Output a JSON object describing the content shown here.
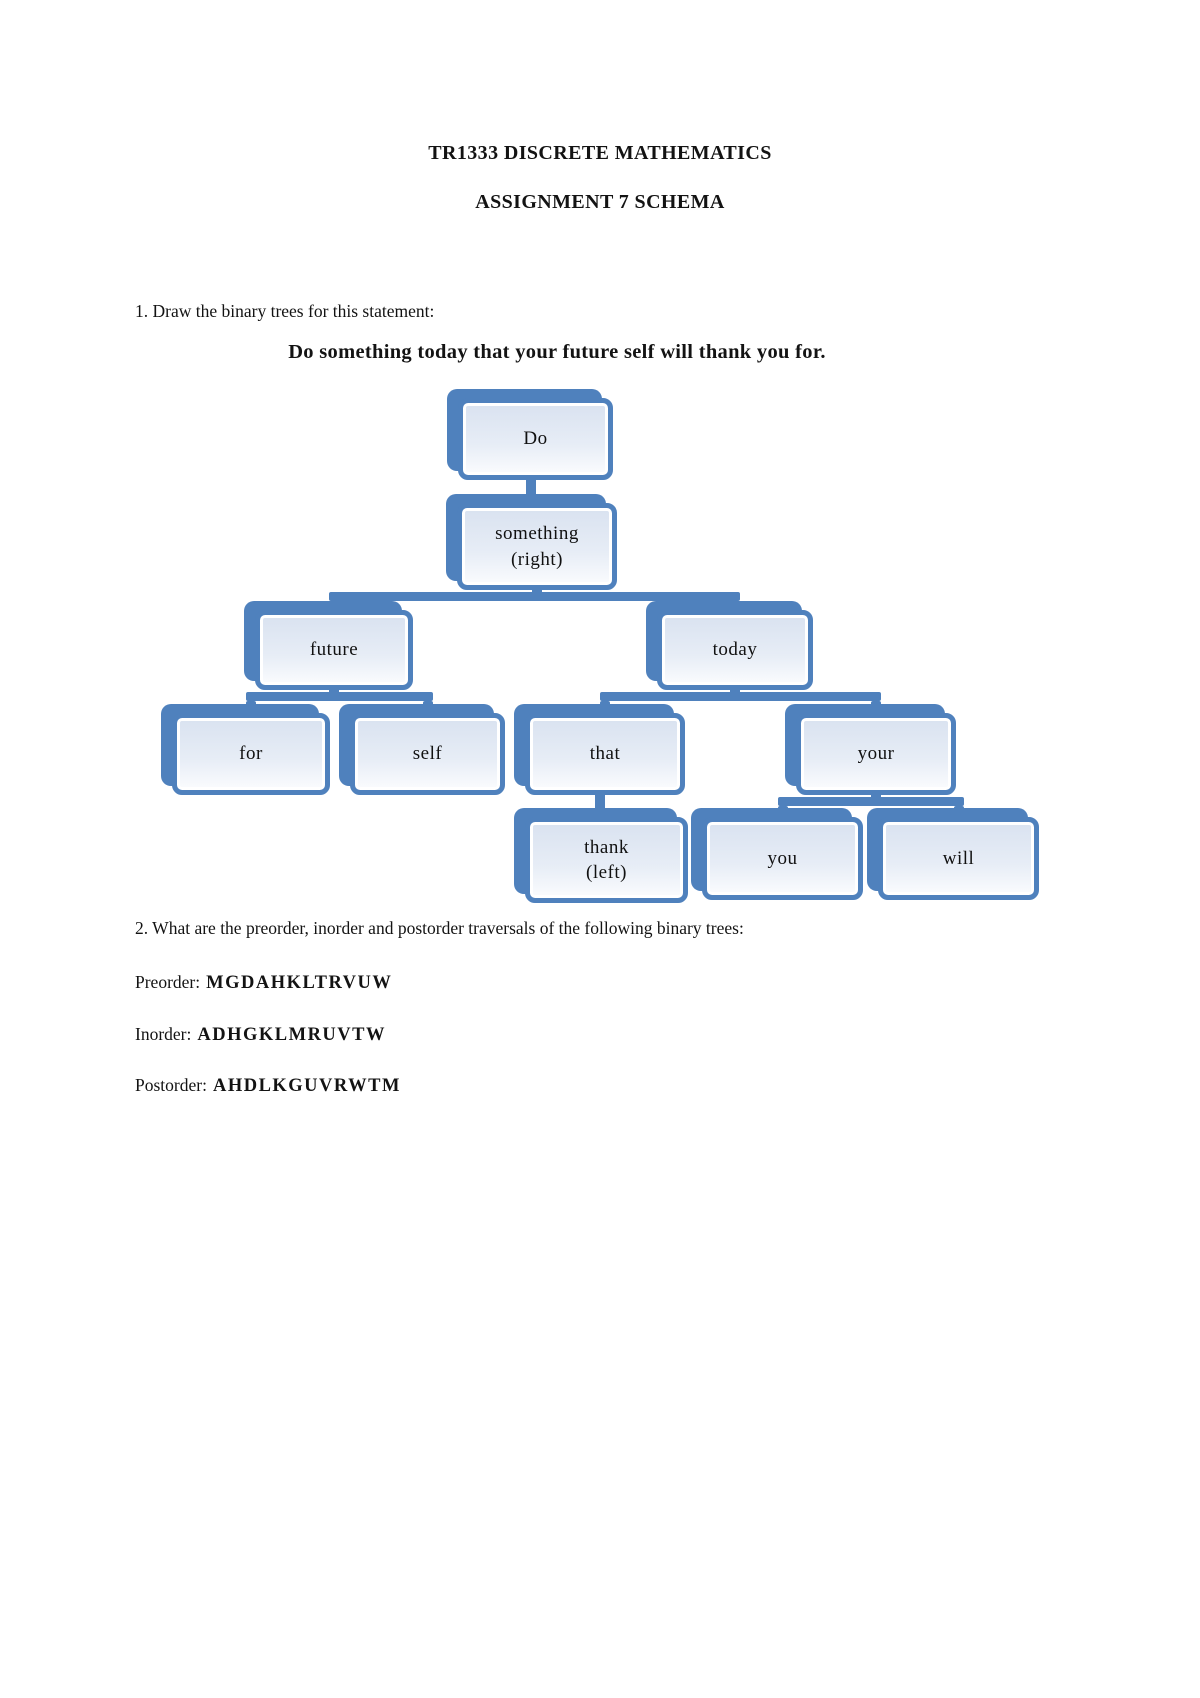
{
  "page": {
    "title": "TR1333 DISCRETE MATHEMATICS",
    "subtitle": "ASSIGNMENT 7 SCHEMA",
    "question1": "1. Draw the binary trees for this statement:",
    "statement": "Do something today that your future self will thank you for.",
    "question2": "2. What are the preorder, inorder and postorder traversals of the following binary trees:",
    "traversals": [
      {
        "label": "Preorder:",
        "value": "MGDAHKLTRVUW"
      },
      {
        "label": "Inorder:",
        "value": "ADHGKLMRUVTW"
      },
      {
        "label": "Postorder:",
        "value": "AHDLKGUVRWTM"
      }
    ]
  },
  "tree": {
    "nodes": [
      {
        "id": "do",
        "label": "Do"
      },
      {
        "id": "something",
        "label": "something",
        "sublabel": "(right)"
      },
      {
        "id": "future",
        "label": "future"
      },
      {
        "id": "today",
        "label": "today"
      },
      {
        "id": "for",
        "label": "for"
      },
      {
        "id": "self",
        "label": "self"
      },
      {
        "id": "that",
        "label": "that"
      },
      {
        "id": "your",
        "label": "your"
      },
      {
        "id": "thank",
        "label": "thank",
        "sublabel": "(left)"
      },
      {
        "id": "you",
        "label": "you"
      },
      {
        "id": "will",
        "label": "will"
      }
    ],
    "edges": [
      {
        "from": "do",
        "to": [
          "something"
        ]
      },
      {
        "from": "something",
        "to": [
          "future",
          "today"
        ]
      },
      {
        "from": "future",
        "to": [
          "for",
          "self"
        ]
      },
      {
        "from": "today",
        "to": [
          "that",
          "your"
        ]
      },
      {
        "from": "that",
        "to": [
          "thank"
        ]
      },
      {
        "from": "your",
        "to": [
          "you",
          "will"
        ]
      }
    ]
  },
  "colors": {
    "accent": "#4f81bd",
    "node_fill_top": "#d9e2f0",
    "node_fill_bottom": "#fbfcfe",
    "text": "#131313"
  }
}
